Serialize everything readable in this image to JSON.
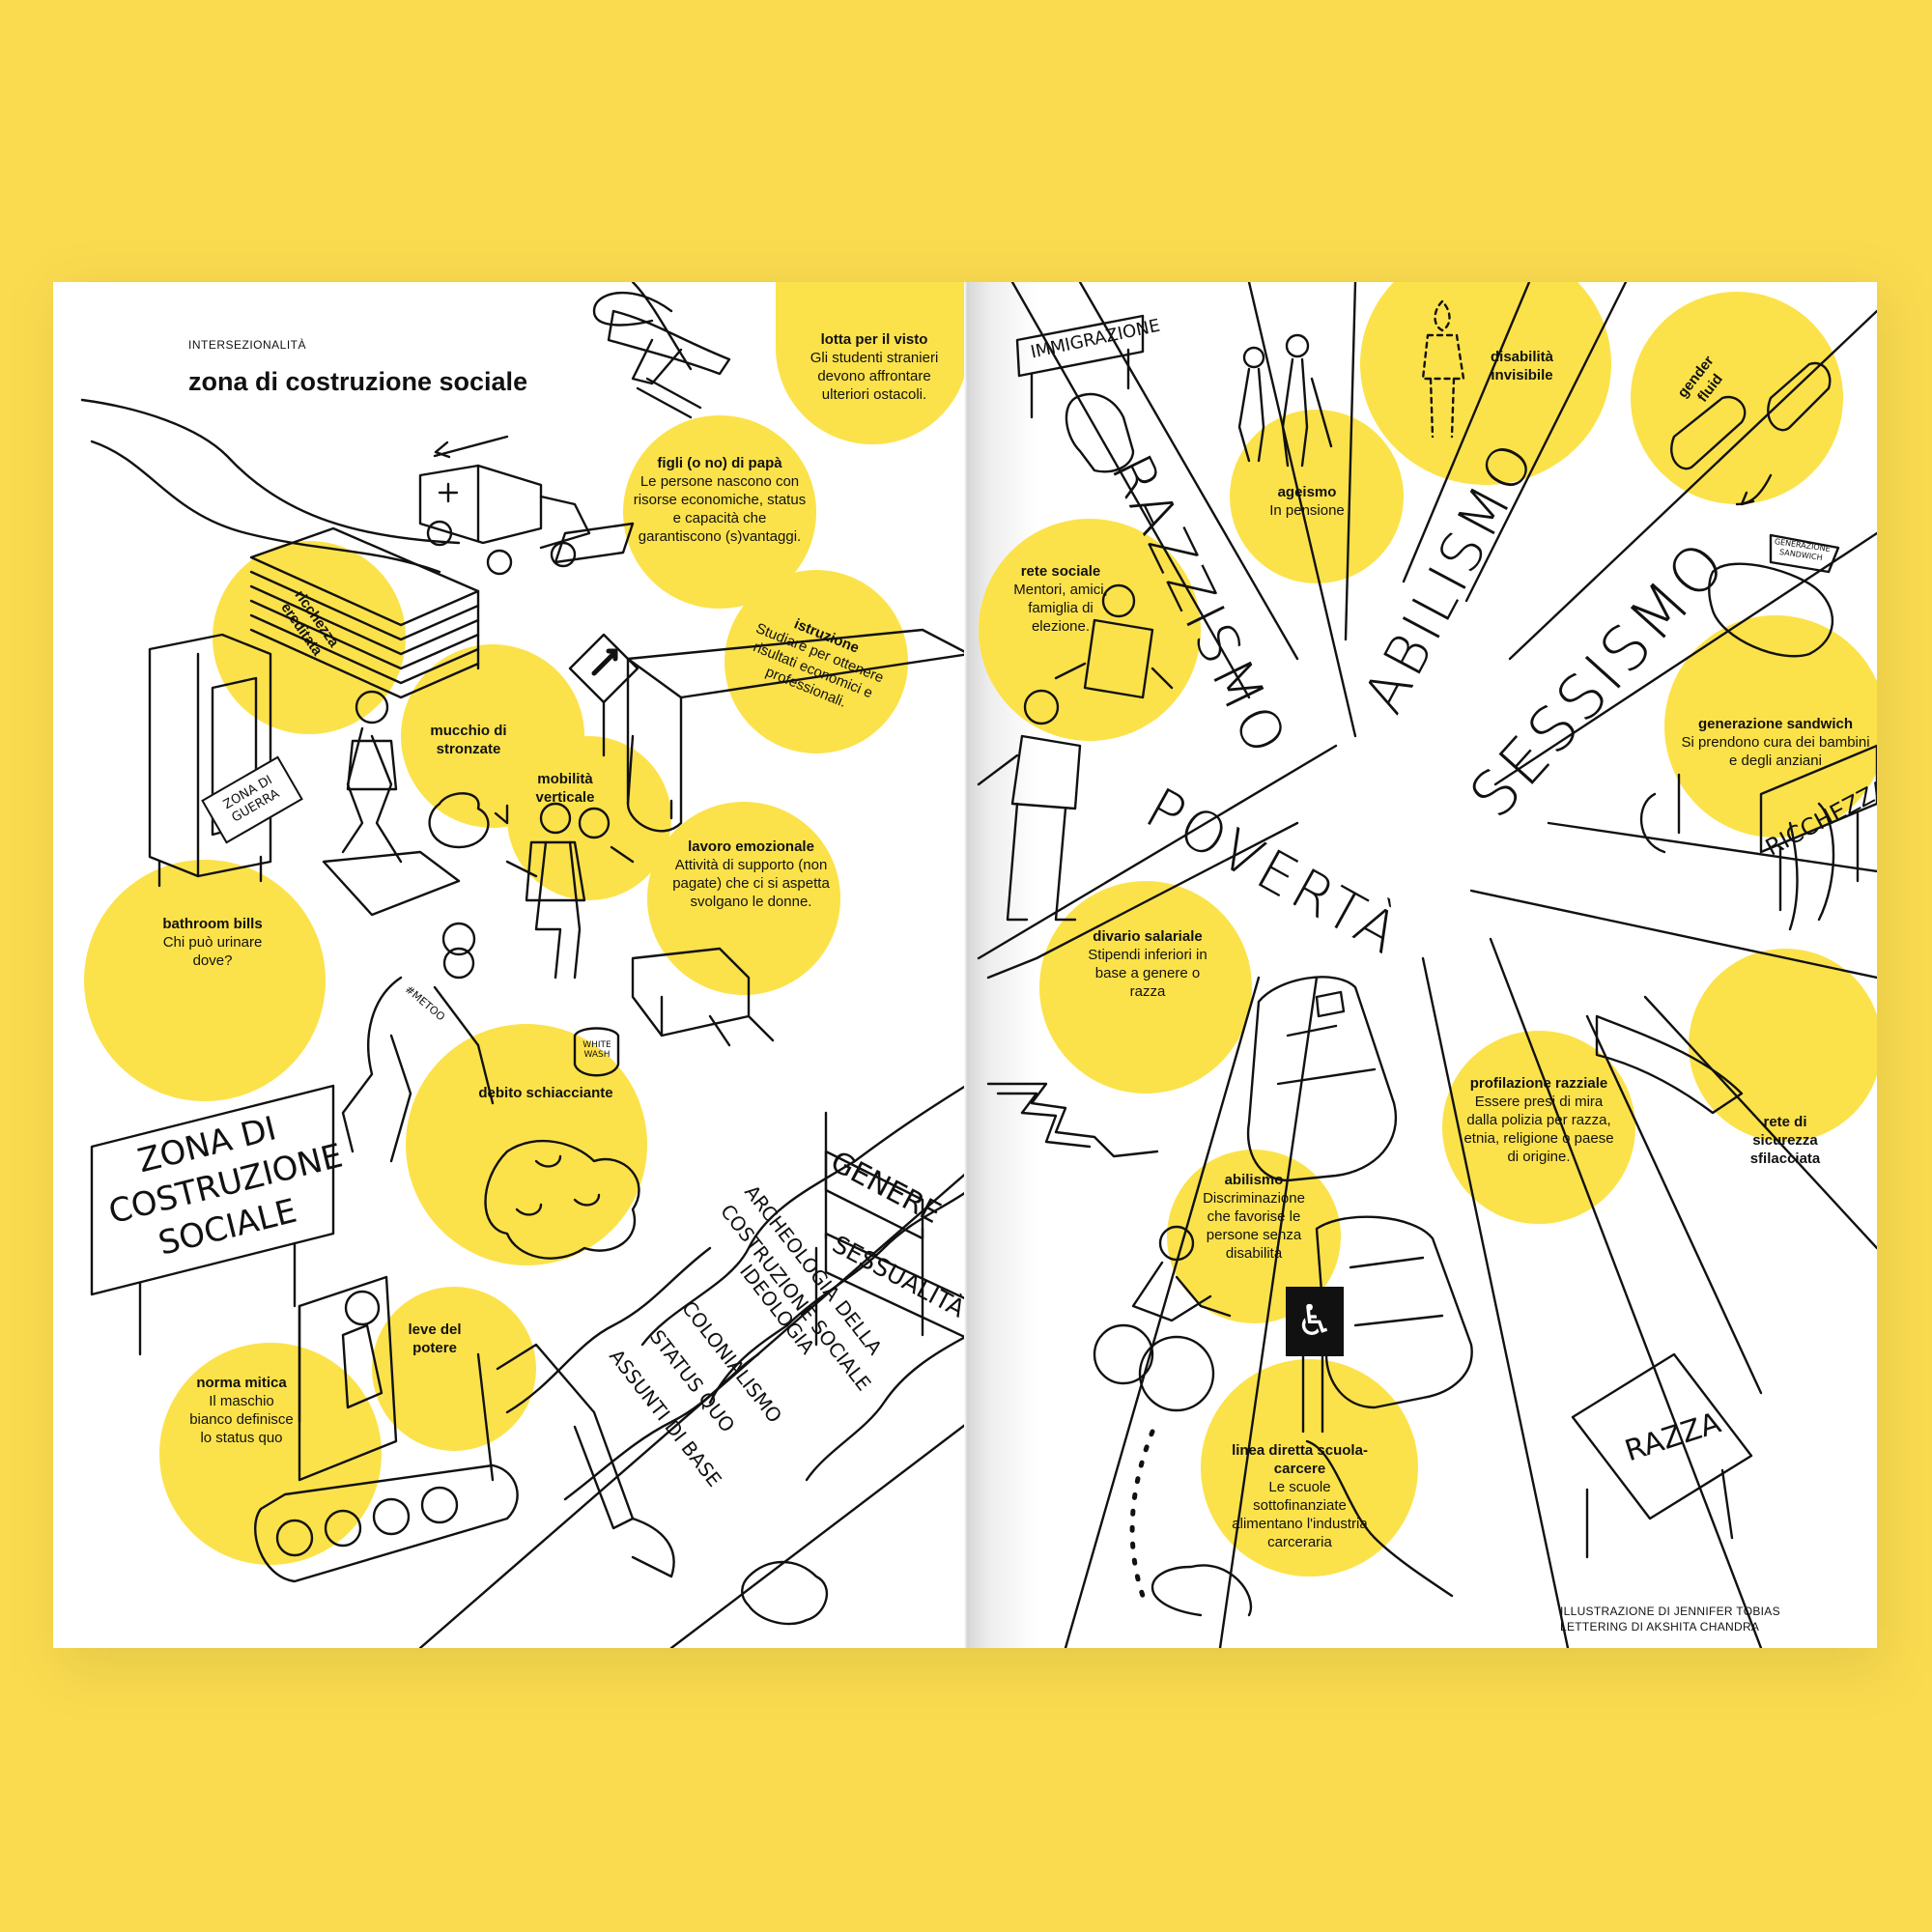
{
  "left_page": {
    "kicker": "INTERSEZIONALITÀ",
    "title": "zona di costruzione sociale",
    "captions": [
      {
        "id": "visto",
        "title": "lotta per il visto",
        "body": "Gli studenti stranieri devono affrontare ulteriori ostacoli."
      },
      {
        "id": "papa",
        "title": "figli (o no) di papà",
        "body": "Le persone nascono con risorse economiche, status e capacità che garantiscono (s)vantaggi."
      },
      {
        "id": "ricchezza",
        "title": "ricchezza ereditata",
        "body": ""
      },
      {
        "id": "istruzione",
        "title": "istruzione",
        "body": "Studiare per ottenere risultati economici e professionali."
      },
      {
        "id": "mucchio",
        "title": "mucchio di stronzate",
        "body": ""
      },
      {
        "id": "mobilita",
        "title": "mobilità verticale",
        "body": ""
      },
      {
        "id": "lavoro",
        "title": "lavoro emozionale",
        "body": "Attività di supporto (non pagate) che ci si aspetta svolgano le donne."
      },
      {
        "id": "bathroom",
        "title": "bathroom bills",
        "body": "Chi può urinare dove?"
      },
      {
        "id": "debito",
        "title": "debito schiacciante",
        "body": ""
      },
      {
        "id": "leve",
        "title": "leve del potere",
        "body": ""
      },
      {
        "id": "norma",
        "title": "norma mitica",
        "body": "Il maschio bianco definisce lo status quo"
      }
    ],
    "signs": {
      "zona_guerra": "ZONA DI GUERRA",
      "big_sign": [
        "ZONA DI",
        "COSTRUZIONE",
        "SOCIALE"
      ],
      "genere": "GENERE",
      "sessualita": "SESSUALITÀ",
      "metoo": "#METOO",
      "whitewash": "WHITE WASH"
    },
    "strata": [
      "ARCHEOLOGIA DELLA",
      "COSTRUZIONE SOCIALE",
      "IDEOLOGIA",
      "COLONIALISMO",
      "STATUS QUO",
      "ASSUNTI DI BASE"
    ]
  },
  "right_page": {
    "captions": [
      {
        "id": "rete_sociale",
        "title": "rete sociale",
        "body": "Mentori, amici, famiglia di elezione."
      },
      {
        "id": "ageismo",
        "title": "ageismo",
        "body": "In pensione"
      },
      {
        "id": "disabilita",
        "title": "disabilità invisibile",
        "body": ""
      },
      {
        "id": "gender",
        "title": "gender fluid",
        "body": ""
      },
      {
        "id": "sandwich",
        "title": "generazione sandwich",
        "body": "Si prendono cura dei bambini e degli anziani"
      },
      {
        "id": "divario",
        "title": "divario salariale",
        "body": "Stipendi inferiori in base a genere o razza"
      },
      {
        "id": "profilazione",
        "title": "profilazione razziale",
        "body": "Essere presi di mira dalla polizia per razza, etnia, religione o paese di origine."
      },
      {
        "id": "rete_sicurezza",
        "title": "rete di sicurezza sfilacciata",
        "body": ""
      },
      {
        "id": "abilismo",
        "title": "abilismo",
        "body": "Discriminazione che favorise le persone senza disabilità"
      },
      {
        "id": "linea",
        "title": "linea diretta scuola-carcere",
        "body": "Le scuole sottofinanziate alimentano l'industria carceraria"
      }
    ],
    "roads": [
      "RAZZISMO",
      "ABILISMO",
      "SESSISMO",
      "POVERTÀ"
    ],
    "signs": {
      "immigrazione": "IMMIGRAZIONE",
      "ricchezza": "RICCHEZZA",
      "razza": "RAZZA",
      "generazione_sandwich": "GENERAZIONE SANDWICH"
    },
    "credits": [
      "ILLUSTRAZIONE DI JENNIFER TOBIAS",
      "LETTERING DI AKSHITA CHANDRA"
    ]
  },
  "colors": {
    "background": "#FADB4F",
    "accent": "#FCE24A",
    "ink": "#111111",
    "paper": "#FFFFFF"
  }
}
